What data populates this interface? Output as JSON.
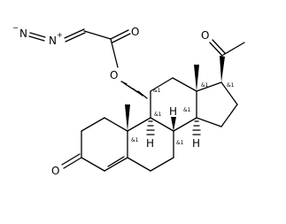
{
  "molecule": {
    "atoms": {
      "n1": "N",
      "n2": "N",
      "n2_charge": "+",
      "n1_charge": "−",
      "o_carbonyl_ester": "O",
      "o_ester": "O",
      "o_ketone_20": "O",
      "o_ketone_3": "O",
      "h_c9": "H",
      "h_c8": "H",
      "h_c14": "H"
    },
    "stereo_labels": {
      "c11": "&1",
      "c9": "&1",
      "c8": "&1",
      "c10": "&1",
      "c13": "&1",
      "c14": "&1",
      "c17": "&1"
    }
  }
}
